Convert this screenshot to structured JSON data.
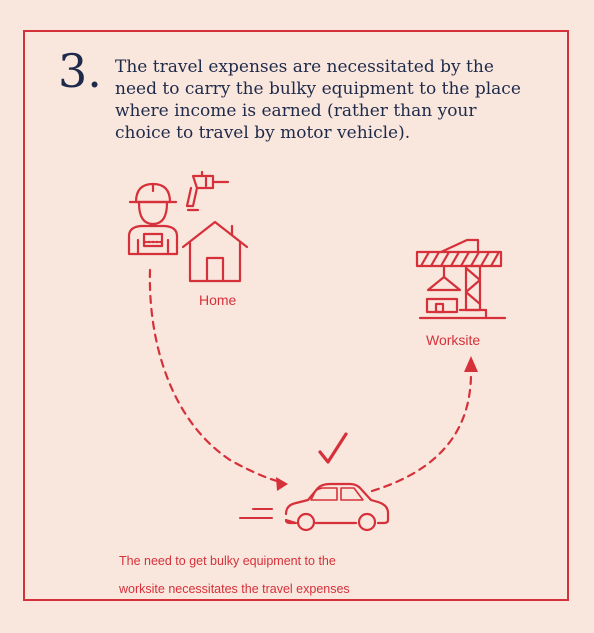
{
  "step": {
    "number": "3.",
    "lines": [
      "The travel expenses are necessitated by the",
      "need to carry the bulky equipment to the place",
      "where income is earned (rather than your",
      "choice to travel by motor vehicle)."
    ]
  },
  "labels": {
    "home": "Home",
    "worksite": "Worksite"
  },
  "caption": {
    "lines": [
      "The need to get bulky equipment to the",
      "worksite necessitates the travel expenses"
    ]
  },
  "icons": [
    "worker-icon",
    "drill-icon",
    "house-icon",
    "crane-icon",
    "car-icon",
    "checkmark-icon"
  ],
  "colors": {
    "accent": "#d6313a",
    "text": "#1e2a4a",
    "background": "#f9e6dd"
  }
}
